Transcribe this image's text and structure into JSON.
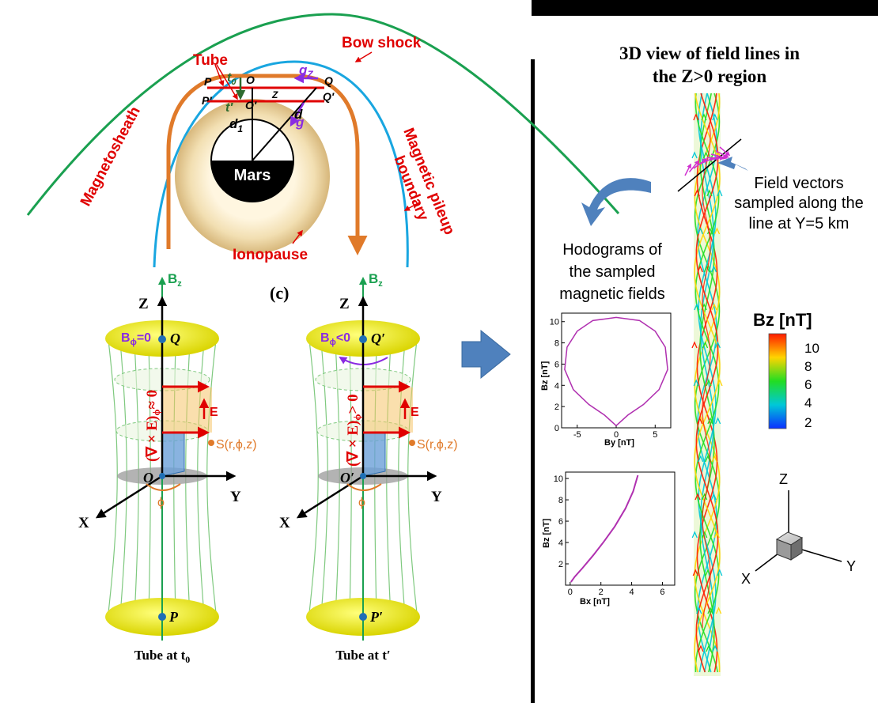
{
  "mars_diagram": {
    "bow_shock": "Bow shock",
    "magnetosheath": "Magnetosheath",
    "mpb": [
      "Magnetic pileup",
      "boundary"
    ],
    "tube": "Tube",
    "ionopause": "Ionopause",
    "mars": "Mars",
    "gz": "g",
    "gz_sub": "Z",
    "g": "g",
    "labels": {
      "O": "O",
      "Q": "Q",
      "P": "P",
      "Pp": "P′",
      "Op": "O′",
      "Qp": "Q′",
      "Z": "Z",
      "d": "d",
      "d1": "d",
      "d1_sub": "1",
      "t0": "t",
      "t0_sub": "0",
      "tp": "t′"
    }
  },
  "tube_left": {
    "bz": "B",
    "bz_sub": "z",
    "axis_z": "Z",
    "axis_x": "X",
    "axis_y": "Y",
    "bphi": "B",
    "bphi_sub": "ϕ",
    "bphi_rel": "=0",
    "Q": "Q",
    "O": "O",
    "P": "P",
    "curl": "(∇ × E)",
    "curl_sub": "ϕ",
    "curl_rel": "≈ 0",
    "E": "E",
    "S": "S(r,ϕ,z)",
    "phi": "ϕ",
    "caption": "Tube at t",
    "caption_sub": "0"
  },
  "panel_c_label": "(c)",
  "tube_right": {
    "bz": "B",
    "bz_sub": "z",
    "axis_z": "Z",
    "axis_x": "X",
    "axis_y": "Y",
    "bphi": "B",
    "bphi_sub": "ϕ",
    "bphi_rel": "<0",
    "Q": "Q′",
    "O": "O′",
    "P": "P′",
    "curl": "(∇ × E)",
    "curl_sub": "ϕ",
    "curl_rel": "> 0",
    "E": "E",
    "S": "S(r,ϕ,z)",
    "phi": "ϕ",
    "caption": "Tube at t′"
  },
  "view3d": {
    "title_line1": "3D view of field lines in",
    "title_line2": "the Z>0 region",
    "field_vectors": [
      "Field vectors",
      "sampled along the",
      "line at Y=5 km"
    ],
    "hodograms": [
      "Hodograms of",
      "the sampled",
      "magnetic fields"
    ],
    "colorbar_title": "Bz [nT]",
    "colorbar_ticks": [
      "10",
      "8",
      "6",
      "4",
      "2"
    ],
    "colors": {
      "high": "#ff1a00",
      "mid_high": "#ffd400",
      "mid": "#22dd22",
      "mid_low": "#00c8d8",
      "low": "#0a2fff"
    },
    "axes": {
      "z": "Z",
      "x": "X",
      "y": "Y"
    }
  },
  "hodogram_top": {
    "ylabel": "Bz [nT]",
    "xlabel": "By [nT]",
    "yticks": [
      "10",
      "8",
      "6",
      "4",
      "2",
      "0"
    ],
    "xticks": [
      "-5",
      "0",
      "5"
    ]
  },
  "hodogram_bottom": {
    "ylabel": "Bz [nT]",
    "xlabel": "Bx [nT]",
    "yticks": [
      "10",
      "8",
      "6",
      "4",
      "2"
    ],
    "xticks": [
      "0",
      "2",
      "4",
      "6"
    ]
  },
  "chart_data": [
    {
      "type": "line",
      "xlabel": "By [nT]",
      "ylabel": "Bz [nT]",
      "xlim": [
        -7,
        7
      ],
      "ylim": [
        0,
        10.8
      ],
      "series": [
        {
          "x": [
            0,
            1.5,
            3.5,
            5.5,
            6.6,
            6.3,
            5,
            3,
            0,
            -3,
            -5,
            -6.3,
            -6.6,
            -5.5,
            -3.5,
            -1.5,
            0
          ],
          "y": [
            0.2,
            1.2,
            2.2,
            3.6,
            5.5,
            7.6,
            9.1,
            10.1,
            10.4,
            10.1,
            9.1,
            7.6,
            5.5,
            3.6,
            2.2,
            1.2,
            0.2
          ]
        }
      ]
    },
    {
      "type": "line",
      "xlabel": "Bx [nT]",
      "ylabel": "Bz [nT]",
      "xlim": [
        -0.3,
        6.8
      ],
      "ylim": [
        0,
        10.6
      ],
      "series": [
        {
          "x": [
            0.05,
            0.3,
            0.8,
            1.5,
            2.2,
            2.9,
            3.6,
            4.1,
            4.4
          ],
          "y": [
            0.3,
            0.8,
            1.6,
            2.8,
            4.1,
            5.5,
            7.2,
            8.8,
            10.3
          ]
        }
      ]
    }
  ]
}
